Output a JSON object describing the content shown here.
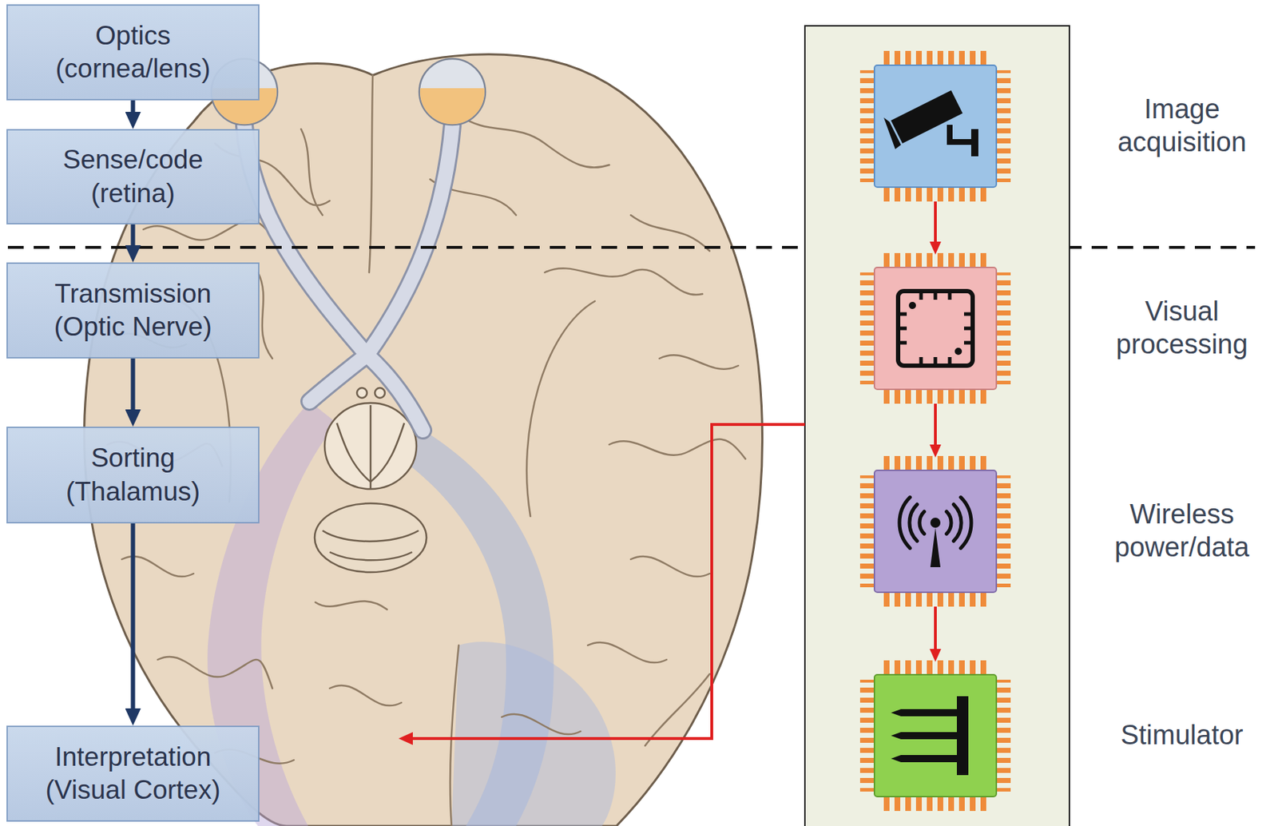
{
  "diagram": {
    "nodes": [
      {
        "text": [
          "Optics (cornea/lens)"
        ]
      },
      {
        "text": [
          "Sense/code (retina)"
        ]
      },
      {
        "text": [
          "Transmission (Optic Nerve)"
        ]
      },
      {
        "text": [
          "Sorting (Thalamus)"
        ]
      },
      {
        "text": [
          "Interpretation (Visual Cortex)"
        ]
      },
      {
        "text": [
          "Image acquisition"
        ]
      },
      {
        "text": [
          "Visual processing"
        ]
      },
      {
        "text": [
          "Wireless power/data"
        ]
      },
      {
        "text": [
          "Stimulator"
        ]
      }
    ],
    "edges": [
      {
        "from": 0,
        "to": 1,
        "arrow": "to"
      },
      {
        "from": 1,
        "to": 2,
        "arrow": "to"
      },
      {
        "from": 2,
        "to": 3,
        "arrow": "to"
      },
      {
        "from": 3,
        "to": 4,
        "arrow": "to"
      },
      {
        "from": 5,
        "to": 6,
        "arrow": "to"
      },
      {
        "from": 6,
        "to": 7,
        "arrow": "to"
      },
      {
        "from": 7,
        "to": 8,
        "arrow": "to"
      }
    ]
  }
}
